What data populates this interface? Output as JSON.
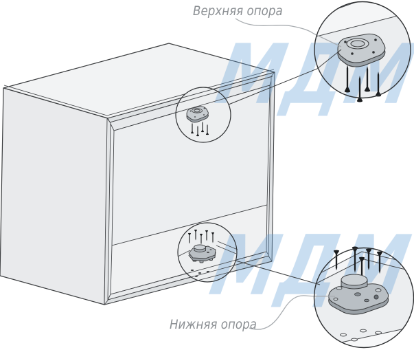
{
  "diagram": {
    "type": "furniture-assembly-illustration",
    "subject": "Cabinet with upper and lower supports",
    "labels": {
      "upper_support": "Верхняя опора",
      "lower_support": "Нижняя опора"
    },
    "watermark": {
      "text": "МДМ",
      "color": "#5b9bd5",
      "opacity": "0.33"
    },
    "callouts": {
      "upper": {
        "part": "upper-support-plate",
        "screw_count": 4
      },
      "lower": {
        "part": "lower-support-foot",
        "screw_count": 5
      }
    },
    "colors": {
      "background": "#ffffff",
      "outline": "#3b3d3f",
      "cabinet_top_face": "#f2f3f4",
      "cabinet_side_face": "#e9eaec",
      "cabinet_interior": "#eceef0",
      "part_top": "#c7ccd0",
      "part_side": "#9aa1a7",
      "screw": "#1b1d1f",
      "label_text": "#8b8f93",
      "leader_line": "#a8acb0"
    }
  }
}
